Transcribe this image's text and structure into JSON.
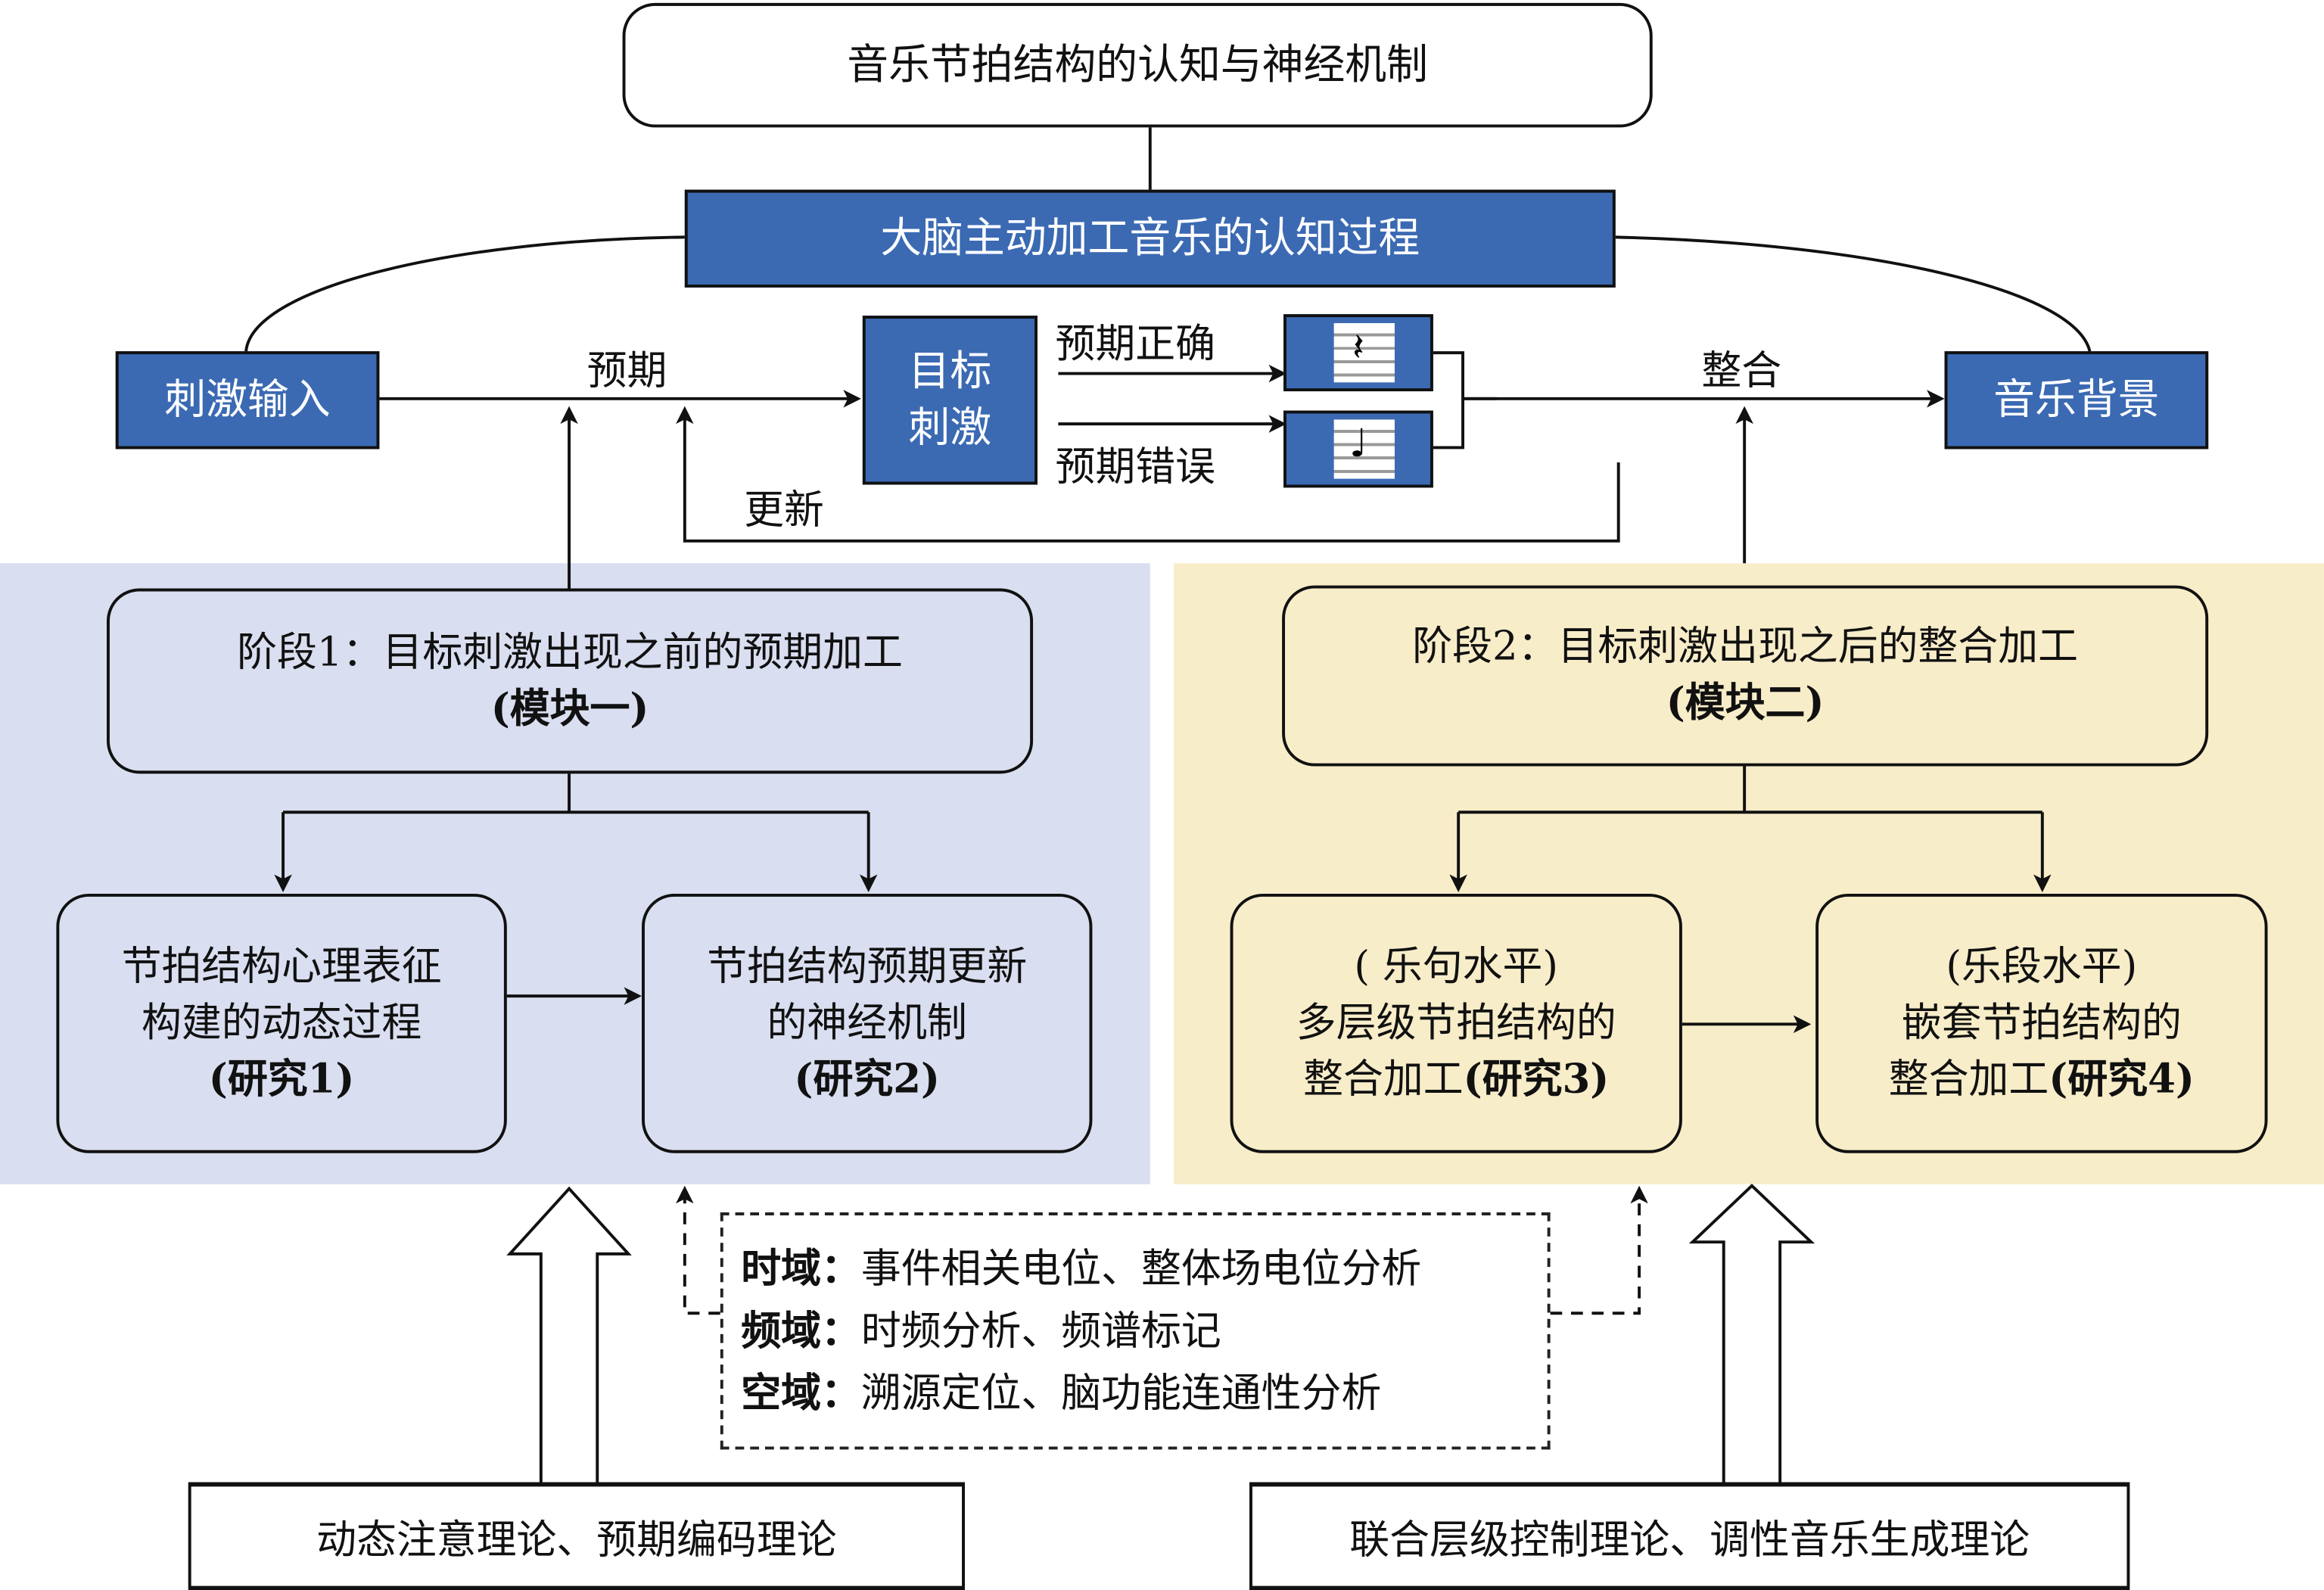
{
  "title": "音乐节拍结构的认知与神经机制",
  "brain_process": "大脑主动加工音乐的认知过程",
  "flow": {
    "stimulus_input": "刺激输入",
    "expectation_label": "预期",
    "target_stimulus_line1": "目标",
    "target_stimulus_line2": "刺激",
    "expect_correct": "预期正确",
    "expect_wrong": "预期错误",
    "update_label": "更新",
    "integrate_label": "整合",
    "music_context": "音乐背景",
    "note_correct_icon": "quarter-rest",
    "note_wrong_icon": "quarter-note"
  },
  "module1": {
    "title": "阶段1：目标刺激出现之前的预期加工",
    "subtitle": "(模块一)",
    "study1_line1": "节拍结构心理表征",
    "study1_line2": "构建的动态过程",
    "study1_tag": "(研究1)",
    "study2_line1": "节拍结构预期更新",
    "study2_line2": "的神经机制",
    "study2_tag": "(研究2)",
    "panel_color": "#D9DEF0"
  },
  "module2": {
    "title": "阶段2：目标刺激出现之后的整合加工",
    "subtitle": "(模块二)",
    "study3_line1": "( 乐句水平)",
    "study3_line2": "多层级节拍结构的",
    "study3_line3": "整合加工",
    "study3_tag": "(研究3)",
    "study4_line1": "(乐段水平)",
    "study4_line2": "嵌套节拍结构的",
    "study4_line3": "整合加工",
    "study4_tag": "(研究4)",
    "panel_color": "#F8EDC9"
  },
  "methods": [
    {
      "domain": "时域：",
      "text": "事件相关电位、整体场电位分析"
    },
    {
      "domain": "频域：",
      "text": "时频分析、频谱标记"
    },
    {
      "domain": "空域：",
      "text": "溯源定位、脑功能连通性分析"
    }
  ],
  "theories": {
    "left": "动态注意理论、预期编码理论",
    "right": "联合层级控制理论、调性音乐生成理论"
  },
  "colors": {
    "blue": "#3B6AB3"
  }
}
